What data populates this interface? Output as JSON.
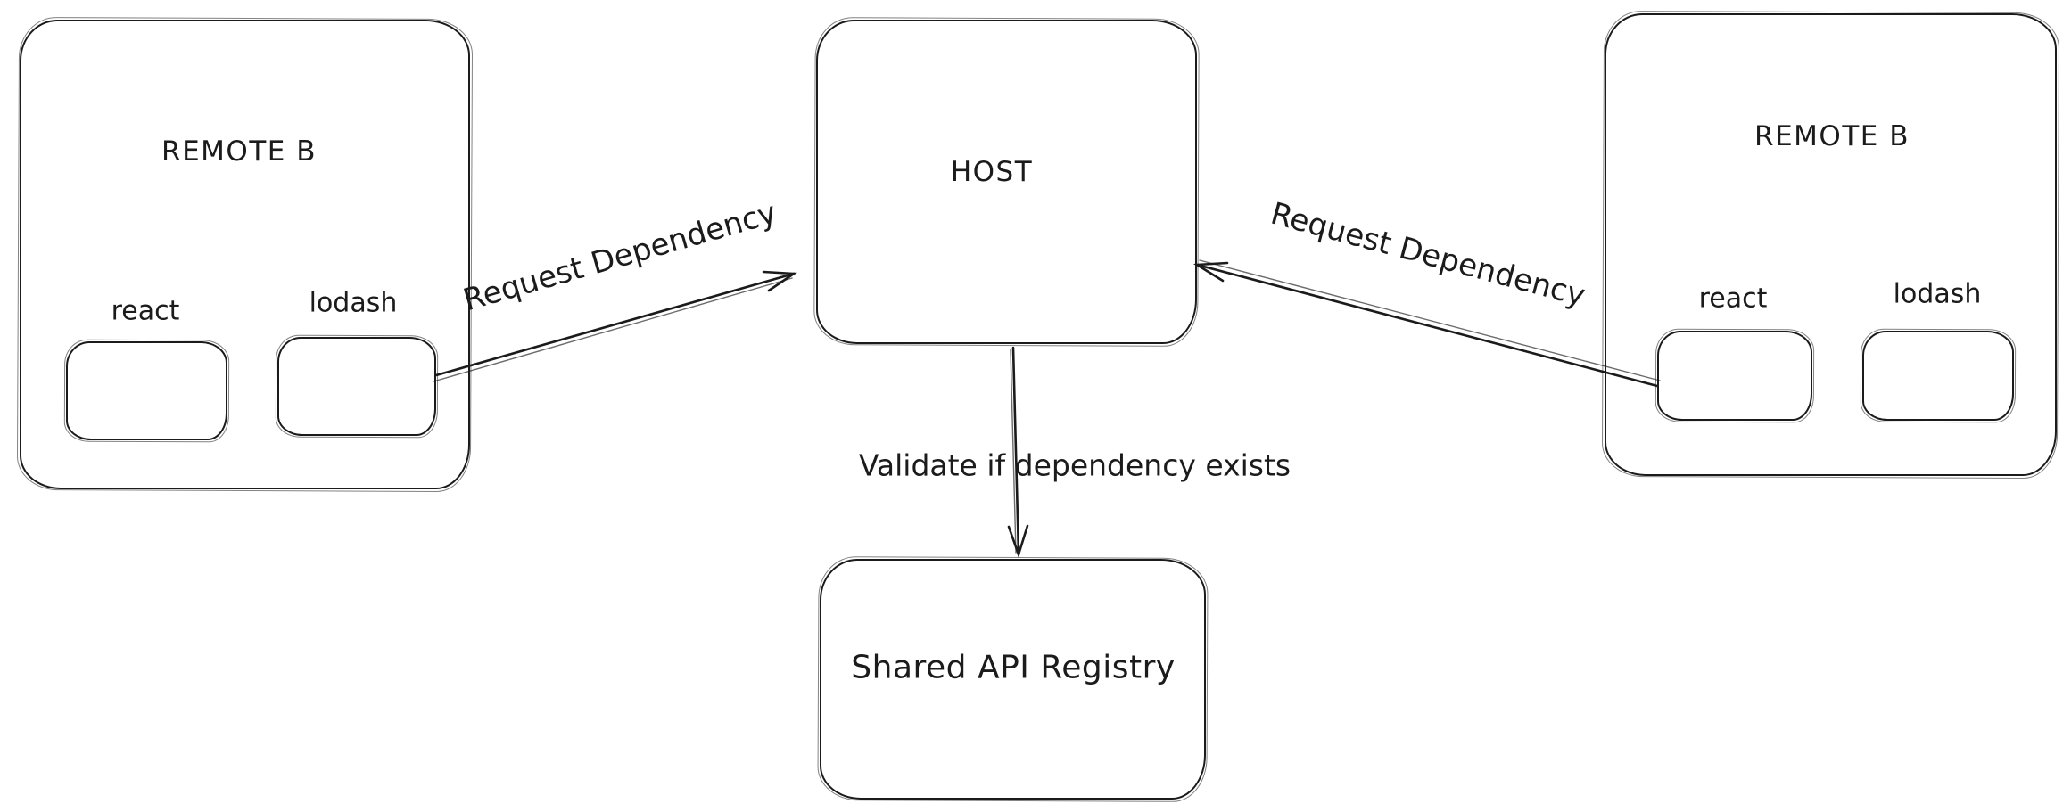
{
  "diagram": {
    "remote_left": {
      "title": "REMOTE B",
      "react_label": "react",
      "lodash_label": "lodash"
    },
    "host": {
      "title": "HOST"
    },
    "remote_right": {
      "title": "REMOTE B",
      "react_label": "react",
      "lodash_label": "lodash"
    },
    "registry": {
      "title": "Shared API Registry"
    },
    "edges": {
      "request_left": {
        "label": "Request Dependency"
      },
      "request_right": {
        "label": "Request Dependency"
      },
      "validate": {
        "label": "Validate if dependency exists"
      }
    },
    "colors": {
      "stroke": "#1b1b1b",
      "background": "#ffffff"
    }
  }
}
